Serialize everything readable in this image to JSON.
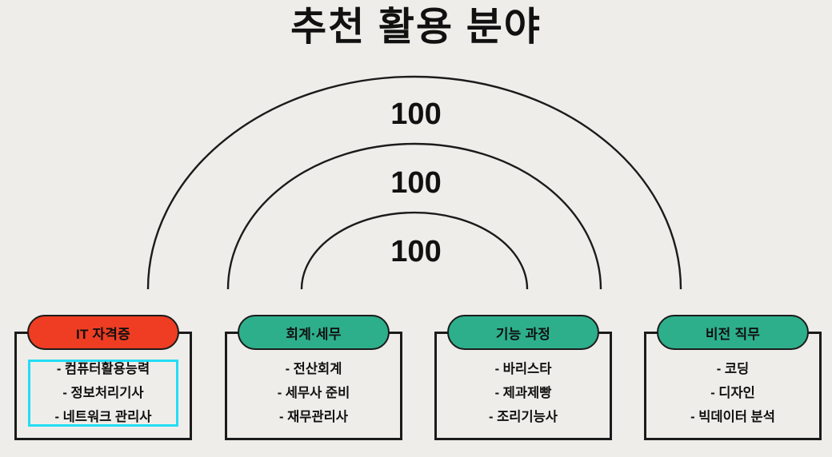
{
  "page": {
    "title": "추천 활용 분야",
    "background_color": "#efede9",
    "text_color": "#111111"
  },
  "arcs": {
    "outline_color": "#1b1b1b",
    "labels": [
      {
        "value": "100"
      },
      {
        "value": "100"
      },
      {
        "value": "100"
      }
    ]
  },
  "columns": [
    {
      "header": "IT 자격증",
      "header_color": "#ee3d23",
      "highlighted": true,
      "highlight_color": "#22ddf5",
      "items": [
        "- 컴퓨터활용능력",
        "- 정보처리기사",
        "- 네트워크 관리사"
      ]
    },
    {
      "header": "회계·세무",
      "header_color": "#2daf8c",
      "highlighted": false,
      "items": [
        "- 전산회계",
        "- 세무사 준비",
        "- 재무관리사"
      ]
    },
    {
      "header": "기능 과정",
      "header_color": "#2daf8c",
      "highlighted": false,
      "items": [
        "- 바리스타",
        "- 제과제빵",
        "- 조리기능사"
      ]
    },
    {
      "header": "비전 직무",
      "header_color": "#2daf8c",
      "highlighted": false,
      "items": [
        "- 코딩",
        "- 디자인",
        "- 빅데이터 분석"
      ]
    }
  ]
}
